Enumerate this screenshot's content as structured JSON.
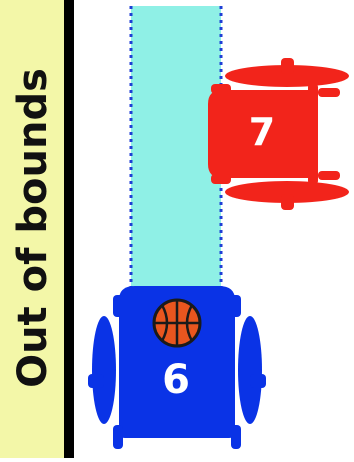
{
  "zone": {
    "label": "Out of bounds",
    "fill_color": "#f3f7a8",
    "line_color": "#000000"
  },
  "lane": {
    "fill_color": "#8ff0e6",
    "border_color": "#1f3fd6",
    "border_style": "dotted"
  },
  "players": [
    {
      "number": "6",
      "color": "#0a33e6",
      "has_ball": true
    },
    {
      "number": "7",
      "color": "#f2241b",
      "has_ball": false
    }
  ],
  "ball": {
    "color": "#e8561f",
    "seam_color": "#1a1a1a"
  }
}
